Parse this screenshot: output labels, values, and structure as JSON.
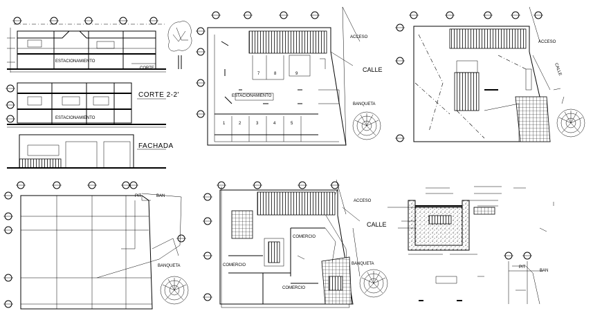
{
  "labels": {
    "corte": "CORTE  2-2'",
    "fachada": "FACHADA",
    "acceso": "ACCESO",
    "calle": "CALLE",
    "banqueta": "BANQUETA",
    "estacionamiento": "ESTACIONAMIENTO",
    "comercio": "COMERCIO",
    "pit": "PIT",
    "ban": "BAN",
    "nos": [
      "1",
      "2",
      "3",
      "4",
      "5",
      "7",
      "8",
      "9"
    ]
  }
}
